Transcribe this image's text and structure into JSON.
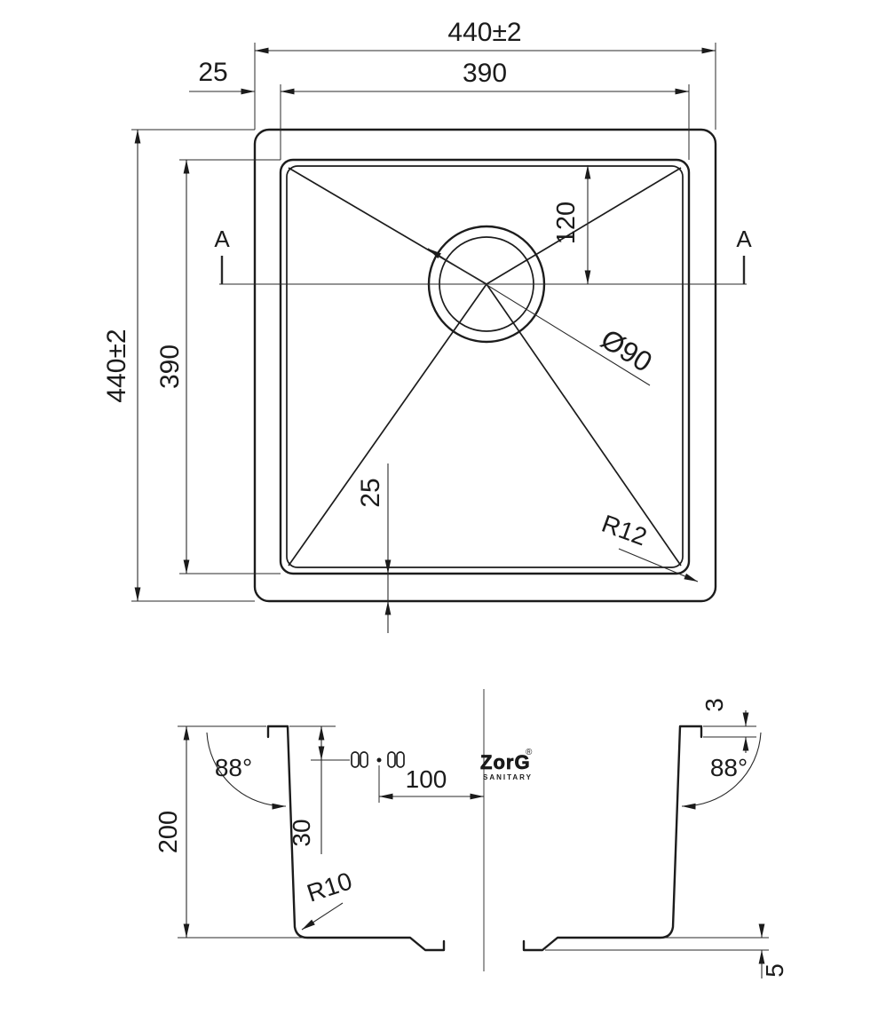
{
  "top_view": {
    "overall_width": "440±2",
    "inner_width": "390",
    "rim_top": "25",
    "overall_height": "440±2",
    "inner_height": "390",
    "drain_offset": "120",
    "drain_diameter": "Ø90",
    "rim_bottom": "25",
    "corner_radius": "R12",
    "section_left": "A",
    "section_right": "A"
  },
  "section_view": {
    "depth": "200",
    "angle_left": "88°",
    "angle_right": "88°",
    "rim_thickness": "3",
    "holes_offset": "100",
    "holes_from_rim": "30",
    "bottom_radius": "R10",
    "lip_height": "5",
    "logo": "ZorG",
    "logo_reg": "®",
    "logo_sub": "SANITARY"
  }
}
